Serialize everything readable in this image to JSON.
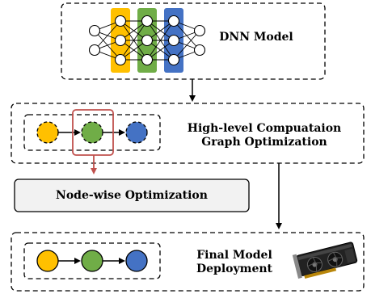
{
  "labels": {
    "dnn_model": "DNN Model",
    "hl_opt_line1": "High-level Compuataion",
    "hl_opt_line2": "Graph Optimization",
    "node_opt": "Node-wise Optimization",
    "final_line1": "Final Model",
    "final_line2": "Deployment"
  },
  "colors": {
    "yellow": "#FFC000",
    "green": "#70AD47",
    "blue": "#4472C4",
    "highlight": "#C0504D",
    "node_box_fill": "#F2F2F2"
  },
  "icons": {
    "gpu": "graphics-card-icon"
  }
}
